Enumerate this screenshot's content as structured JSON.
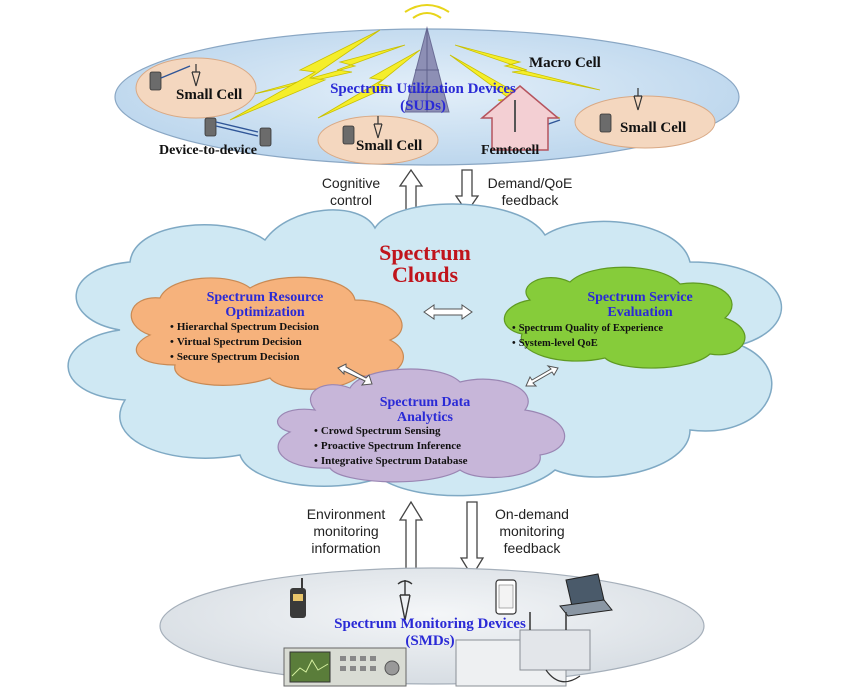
{
  "macro": {
    "macro_cell": "Macro Cell",
    "sud_title_1": "Spectrum Utilization Devices",
    "sud_title_2": "(SUDs)",
    "small_cell_left": "Small Cell",
    "small_cell_mid": "Small Cell",
    "small_cell_right": "Small Cell",
    "d2d": "Device-to-device",
    "femtocell": "Femtocell"
  },
  "arrows_top": {
    "up_label_1": "Cognitive",
    "up_label_2": "control",
    "down_label_1": "Demand/QoE",
    "down_label_2": "feedback"
  },
  "cloud": {
    "title_1": "Spectrum",
    "title_2": "Clouds"
  },
  "sro": {
    "title_1": "Spectrum Resource",
    "title_2": "Optimization",
    "items": [
      "Hierarchal Spectrum Decision",
      "Virtual Spectrum Decision",
      "Secure Spectrum Decision"
    ]
  },
  "sse": {
    "title_1": "Spectrum Service",
    "title_2": "Evaluation",
    "items": [
      "Spectrum Quality of Experience",
      "System-level QoE"
    ]
  },
  "sda": {
    "title_1": "Spectrum Data",
    "title_2": "Analytics",
    "items": [
      "Crowd Spectrum Sensing",
      "Proactive Spectrum Inference",
      "Integrative Spectrum Database"
    ]
  },
  "arrows_bottom": {
    "up_label_1": "Environment",
    "up_label_2": "monitoring",
    "up_label_3": "information",
    "down_label_1": "On-demand",
    "down_label_2": "monitoring",
    "down_label_3": "feedback"
  },
  "smd": {
    "title_1": "Spectrum Monitoring Devices",
    "title_2": "(SMDs)"
  },
  "colors": {
    "macro_fill": "#c6def1",
    "cloud_fill": "#cfe8f3",
    "sro_fill": "#f6b27c",
    "sse_fill": "#86cc3a",
    "sda_fill": "#c7b6d9",
    "small_cell_fill": "#f4d7bf",
    "title_red": "#c0141c",
    "title_blue": "#2a2ad6"
  }
}
